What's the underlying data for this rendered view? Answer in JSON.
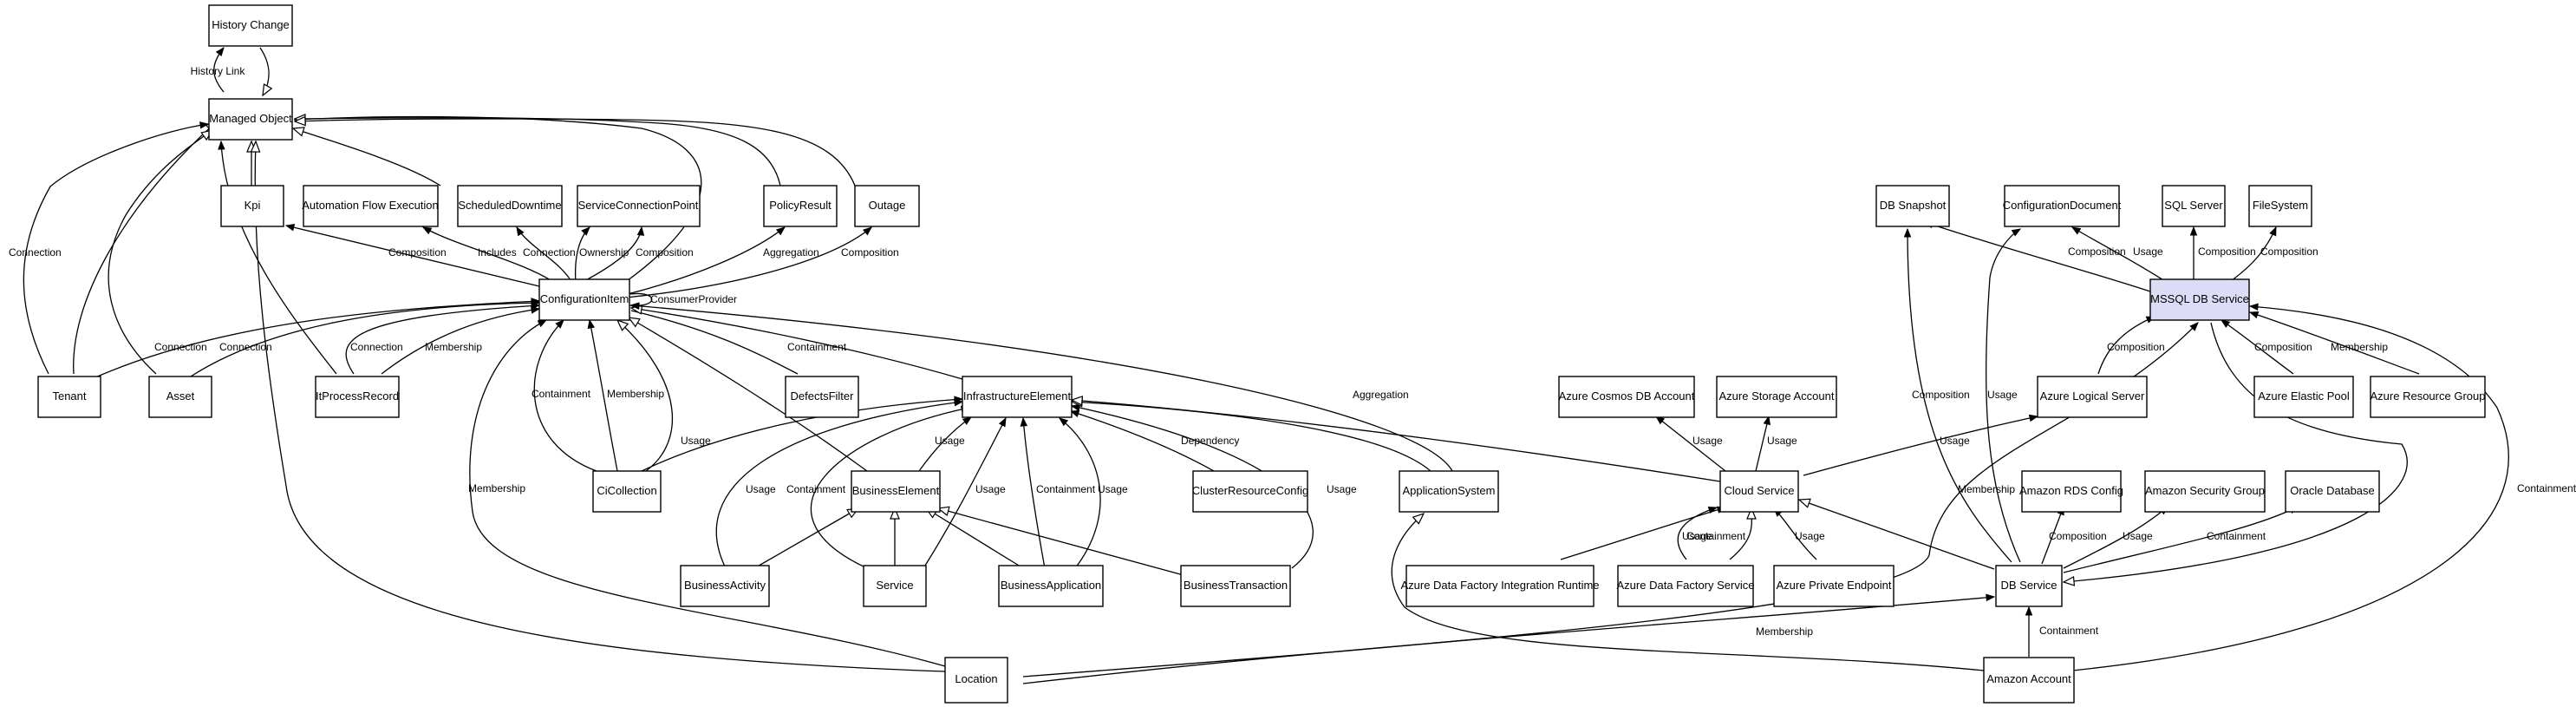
{
  "nodes": {
    "history_change": "History Change",
    "managed_object": "Managed Object",
    "kpi": "Kpi",
    "automation_flow_execution": "Automation Flow Execution",
    "scheduled_downtime": "ScheduledDowntime",
    "service_connection_point": "ServiceConnectionPoint",
    "policy_result": "PolicyResult",
    "outage": "Outage",
    "configuration_item": "ConfigurationItem",
    "tenant": "Tenant",
    "asset": "Asset",
    "it_process_record": "ItProcessRecord",
    "defects_filter": "DefectsFilter",
    "infrastructure_element": "InfrastructureElement",
    "ci_collection": "CiCollection",
    "business_element": "BusinessElement",
    "cluster_resource_config": "ClusterResourceConfig",
    "application_system": "ApplicationSystem",
    "business_activity": "BusinessActivity",
    "service": "Service",
    "business_application": "BusinessApplication",
    "business_transaction": "BusinessTransaction",
    "location": "Location",
    "db_snapshot": "DB Snapshot",
    "configuration_document": "ConfigurationDocument",
    "sql_server": "SQL Server",
    "file_system": "FileSystem",
    "mssql_db_service": "MSSQL DB Service",
    "azure_cosmos_db_account": "Azure Cosmos DB Account",
    "azure_storage_account": "Azure Storage Account",
    "azure_logical_server": "Azure Logical Server",
    "azure_elastic_pool": "Azure Elastic Pool",
    "azure_resource_group": "Azure Resource Group",
    "cloud_service": "Cloud Service",
    "amazon_rds_config": "Amazon RDS Config",
    "amazon_security_group": "Amazon Security Group",
    "oracle_database": "Oracle Database",
    "azure_data_factory_ir": "Azure Data Factory Integration Runtime",
    "azure_data_factory_service": "Azure Data Factory Service",
    "azure_private_endpoint": "Azure Private Endpoint",
    "db_service": "DB Service",
    "amazon_account": "Amazon Account"
  },
  "edge_labels": {
    "history_link": "History Link",
    "connection": "Connection",
    "composition": "Composition",
    "includes": "Includes",
    "ownership": "Ownership",
    "aggregation": "Aggregation",
    "consumer_provider": "ConsumerProvider",
    "membership": "Membership",
    "containment": "Containment",
    "usage": "Usage",
    "dependency": "Dependency"
  }
}
